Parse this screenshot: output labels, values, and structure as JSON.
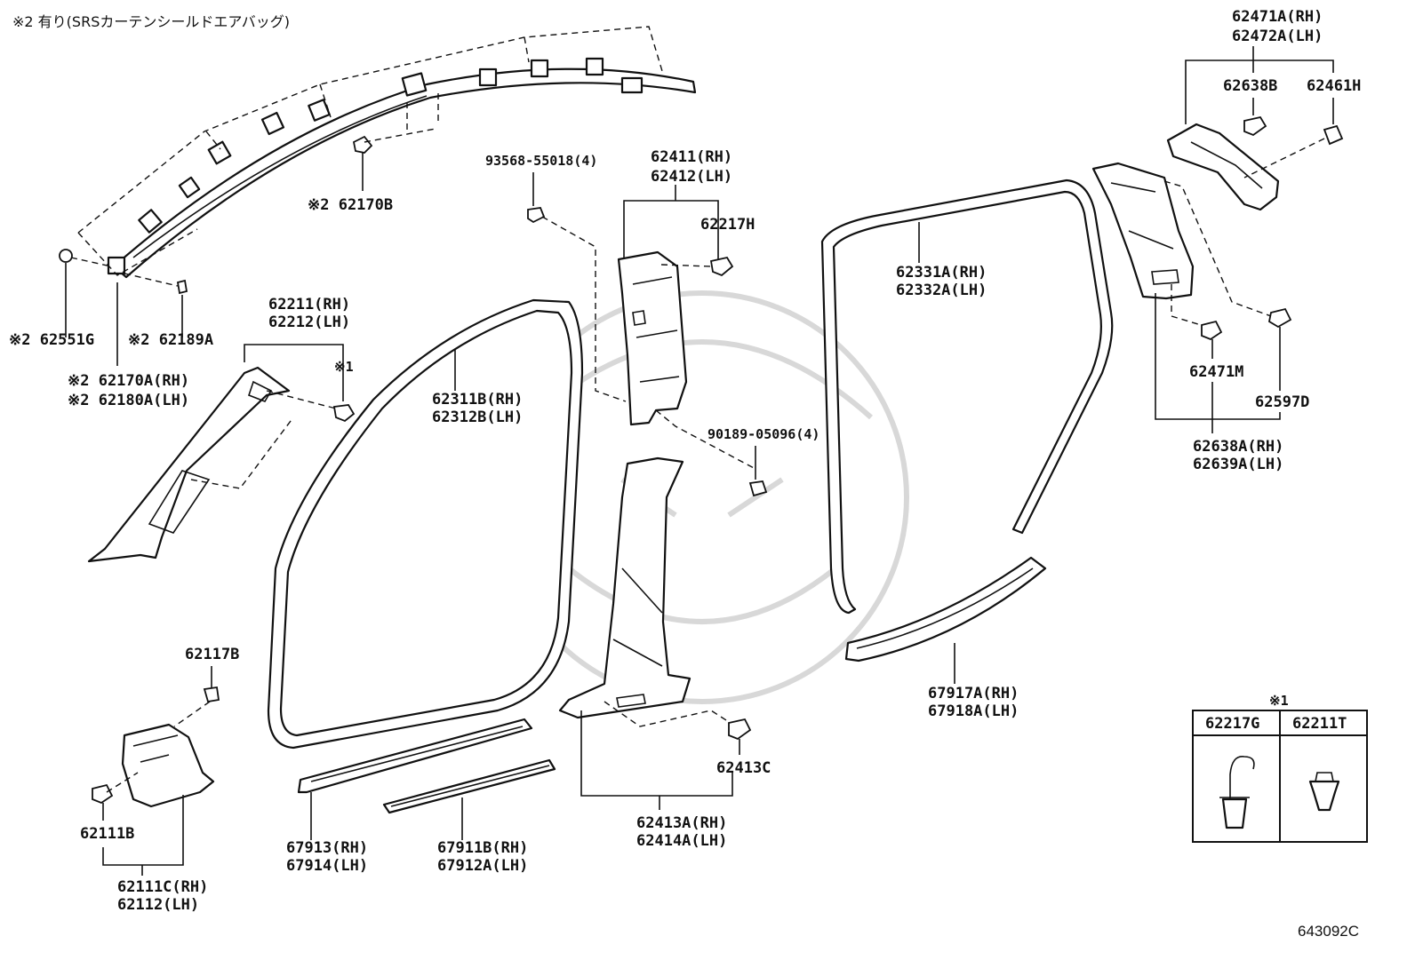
{
  "note_top": "※2 有り(SRSカーテンシールドエアバッグ)",
  "diagram_code": "643092C",
  "legend": {
    "marker": "※1",
    "col1": "62217G",
    "col2": "62211T"
  },
  "labels": {
    "p62471a": "62471A(RH)",
    "p62472a": "62472A(LH)",
    "p62638b": "62638B",
    "p62461h": "62461H",
    "p62170b": "※2 62170B",
    "p93568": "93568-55018(4)",
    "p62411": "62411(RH)",
    "p62412": "62412(LH)",
    "p62217h": "62217H",
    "p62331a": "62331A(RH)",
    "p62332a": "62332A(LH)",
    "p62551g": "※2 62551G",
    "p62189a": "※2 62189A",
    "p62170a": "※2 62170A(RH)",
    "p62180a": "※2 62180A(LH)",
    "p62211": "62211(RH)",
    "p62212": "62212(LH)",
    "marker1": "※1",
    "p62311b": "62311B(RH)",
    "p62312b": "62312B(LH)",
    "p62471m": "62471M",
    "p62597d": "62597D",
    "p62638a": "62638A(RH)",
    "p62639a": "62639A(LH)",
    "p90189": "90189-05096(4)",
    "p62117b": "62117B",
    "p62111b": "62111B",
    "p62111c": "62111C(RH)",
    "p62112": "62112(LH)",
    "p67913": "67913(RH)",
    "p67914": "67914(LH)",
    "p67911b": "67911B(RH)",
    "p67912a": "67912A(LH)",
    "p62413c": "62413C",
    "p62413a": "62413A(RH)",
    "p62414a": "62414A(LH)",
    "p67917a": "67917A(RH)",
    "p67918a": "67918A(LH)"
  }
}
